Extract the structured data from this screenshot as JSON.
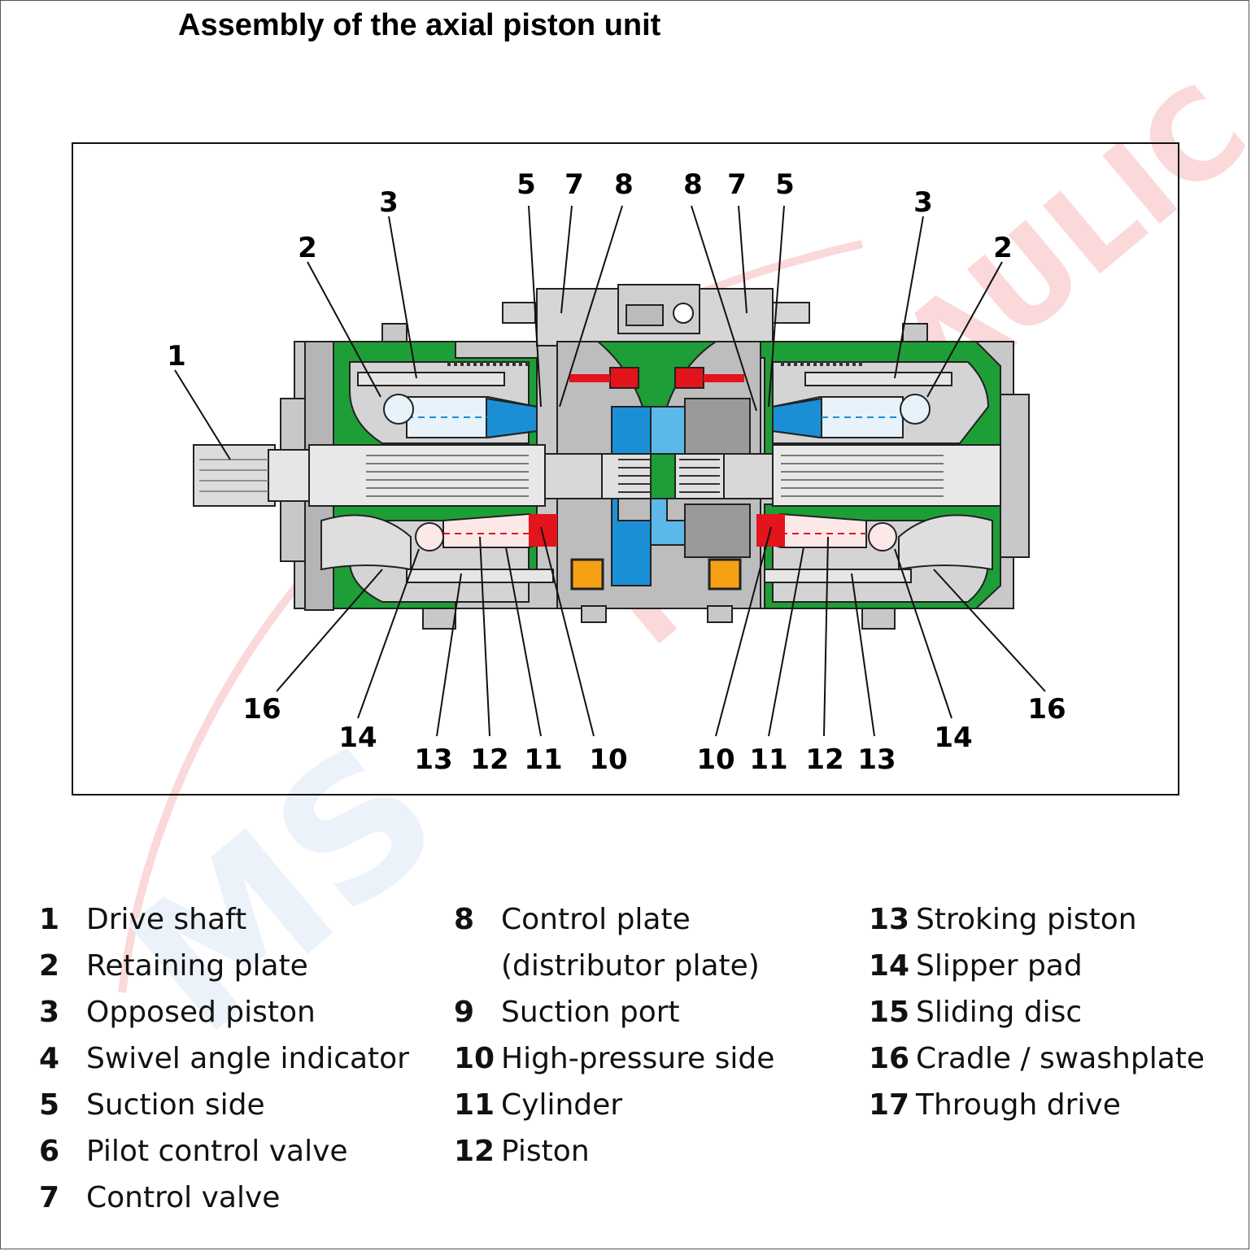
{
  "title": "Assembly of the axial piston unit",
  "watermark": {
    "text": "HYDRAULIC",
    "mark": "MS",
    "colors": {
      "red": "#e8262a",
      "blue": "#8fb6e0"
    }
  },
  "colors": {
    "housing_green": "#1e9e37",
    "suction_blue": "#1b8fd6",
    "light_blue": "#5cb8e8",
    "pressure_red": "#e3141b",
    "valve_orange": "#f5a015",
    "housing_gray": "#c8c8c8",
    "dark_gray": "#9a9a9a"
  },
  "callouts": {
    "left_top": [
      "3",
      "2",
      "1",
      "5",
      "7",
      "8"
    ],
    "right_top": [
      "8",
      "7",
      "5",
      "3",
      "2"
    ],
    "left_bottom": [
      "16",
      "14",
      "13",
      "12",
      "11",
      "10"
    ],
    "right_bottom": [
      "10",
      "11",
      "12",
      "13",
      "14",
      "16"
    ]
  },
  "legend": [
    {
      "num": "1",
      "label": "Drive shaft"
    },
    {
      "num": "2",
      "label": "Retaining plate"
    },
    {
      "num": "3",
      "label": "Opposed piston"
    },
    {
      "num": "4",
      "label": "Swivel angle indicator"
    },
    {
      "num": "5",
      "label": "Suction side"
    },
    {
      "num": "6",
      "label": "Pilot control valve"
    },
    {
      "num": "7",
      "label": "Control valve"
    },
    {
      "num": "8",
      "label": "Control plate"
    },
    {
      "num": "",
      "label": "(distributor plate)"
    },
    {
      "num": "9",
      "label": "Suction port"
    },
    {
      "num": "10",
      "label": "High-pressure side"
    },
    {
      "num": "11",
      "label": "Cylinder"
    },
    {
      "num": "12",
      "label": "Piston"
    },
    {
      "num": "13",
      "label": "Stroking piston"
    },
    {
      "num": "14",
      "label": "Slipper pad"
    },
    {
      "num": "15",
      "label": "Sliding disc"
    },
    {
      "num": "16",
      "label": "Cradle / swashplate"
    },
    {
      "num": "17",
      "label": "Through drive"
    }
  ]
}
